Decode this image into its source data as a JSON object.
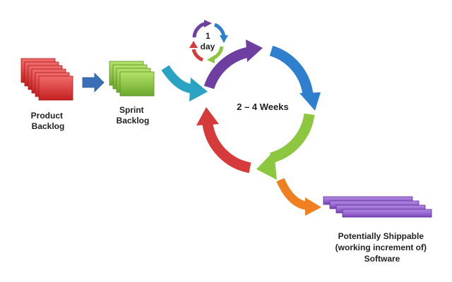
{
  "labels": {
    "product_backlog": [
      "Product",
      "Backlog"
    ],
    "sprint_backlog": [
      "Sprint",
      "Backlog"
    ],
    "daily_cycle": [
      "1",
      "day"
    ],
    "sprint_cycle": "2 – 4 Weeks",
    "shippable": [
      "Potentially Shippable",
      "(working increment of)",
      "Software"
    ]
  },
  "colors": {
    "product_backlog": "#e03a3a",
    "sprint_backlog": "#8dc63f",
    "arrow_blue": "#3a6fb7",
    "arrow_teal": "#2aa3c2",
    "cycle_purple": "#6e3fa0",
    "cycle_blue": "#2f7fcf",
    "cycle_green": "#8dc63f",
    "cycle_red": "#d63a3a",
    "output_orange": "#f07f1f",
    "shippable": "#8a55c9"
  }
}
